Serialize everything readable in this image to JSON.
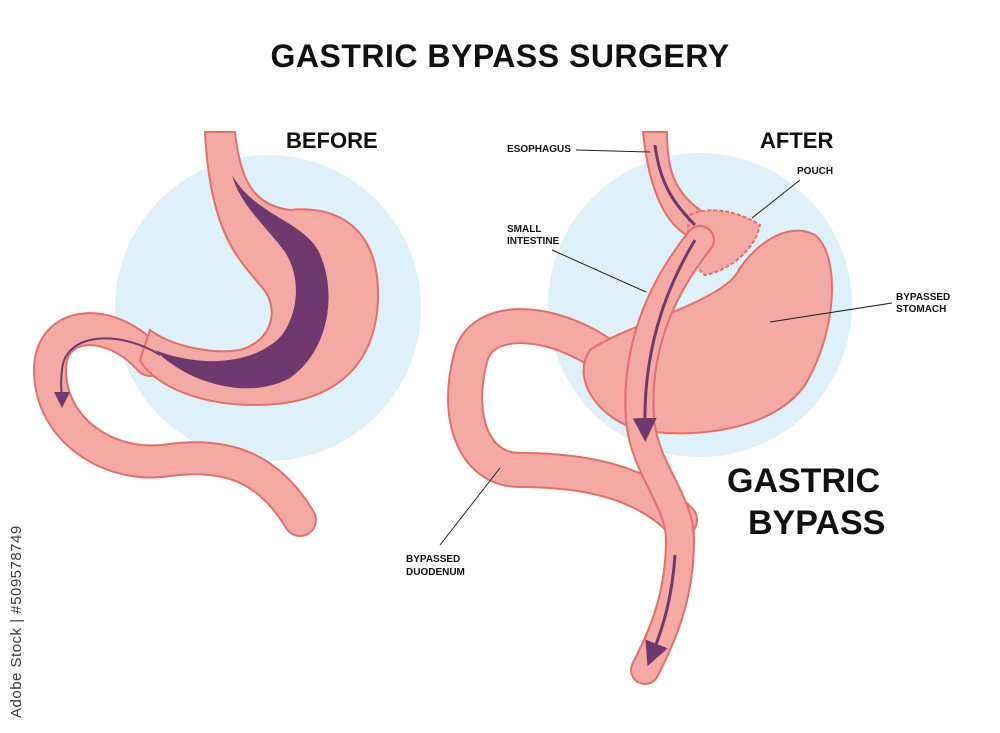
{
  "title": "GASTRIC BYPASS SURGERY",
  "panels": {
    "before_label": "BEFORE",
    "after_label": "AFTER"
  },
  "labels": {
    "esophagus": "ESOPHAGUS",
    "pouch": "POUCH",
    "small_intestine_1": "SMALL",
    "small_intestine_2": "INTESTINE",
    "bypassed_stomach_1": "BYPASSED",
    "bypassed_stomach_2": "STOMACH",
    "bypassed_duodenum_1": "BYPASSED",
    "bypassed_duodenum_2": "DUODENUM"
  },
  "big_title": {
    "line1": "GASTRIC",
    "line2": "BYPASS"
  },
  "watermark_id": "Adobe Stock | #509578749",
  "colors": {
    "tissue": "#f4a9a4",
    "tissue_outline": "#e0706a",
    "highlight": "#fbd3cf",
    "lumen": "#6e3a6e",
    "circle": "#dff0f9",
    "leader": "#222222"
  }
}
